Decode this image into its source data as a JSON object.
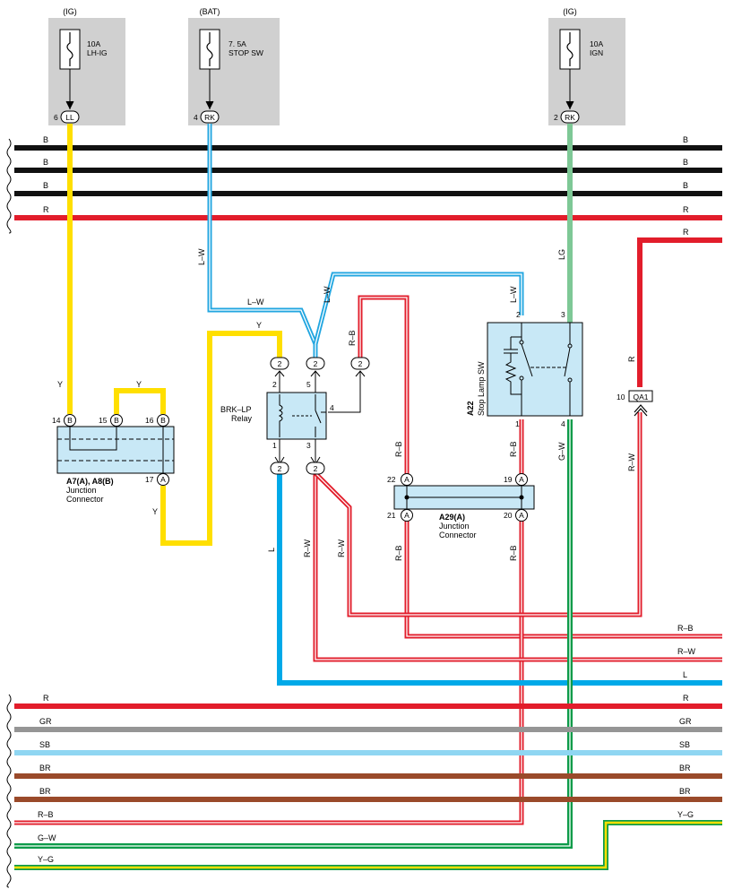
{
  "fuses": [
    {
      "supply": "(IG)",
      "rating": "10A",
      "name": "LH-IG",
      "pin": "6",
      "conn": "LL"
    },
    {
      "supply": "(BAT)",
      "rating": "7. 5A",
      "name": "STOP SW",
      "pin": "4",
      "conn": "RK"
    },
    {
      "supply": "(IG)",
      "rating": "10A",
      "name": "IGN",
      "pin": "2",
      "conn": "RK"
    }
  ],
  "top_bus": [
    {
      "label": "B",
      "color": "#111111"
    },
    {
      "label": "B",
      "color": "#111111"
    },
    {
      "label": "B",
      "color": "#111111"
    },
    {
      "label": "R",
      "color": "#e21d2b"
    }
  ],
  "bottom_bus": [
    {
      "label": "R",
      "color": "#e21d2b"
    },
    {
      "label": "GR",
      "color": "#959595"
    },
    {
      "label": "SB",
      "color": "#8fd6f2"
    },
    {
      "label": "BR",
      "color": "#9a4a2a"
    },
    {
      "label": "BR",
      "color": "#9a4a2a"
    }
  ],
  "right_side_labels": {
    "r_feed": "R",
    "rb": "R–B",
    "rw": "R–W",
    "l": "L"
  },
  "bottom_right_labels": {
    "rb": "R–B",
    "gw": "G–W",
    "yg_right": "Y–G",
    "yg_left": "Y–G"
  },
  "wire_labels": {
    "y_left": "Y",
    "y_top": "Y",
    "y_jc": "Y",
    "y_bottom": "Y",
    "lw_vert": "L–W",
    "lw_horiz": "L–W",
    "lw_diag": "L–W",
    "lw_sw": "L–W",
    "rb_relay": "R–B",
    "lg": "LG",
    "r_qa": "R",
    "rw_qa": "R–W",
    "rb_jc_top": "R–B",
    "rb_sw_bottom": "R–B",
    "gw": "G–W",
    "l_relay": "L",
    "rw_relay_a": "R–W",
    "rw_relay_b": "R–W",
    "rb_jc_bottom_left": "R–B",
    "rb_jc_bottom_right": "R–B"
  },
  "connectors": {
    "relay_top": "2",
    "relay_mid": "2",
    "relay_right": "2",
    "relay_bottom_left": "2",
    "relay_bottom_right": "2",
    "qa1_pin": "10",
    "qa1_name": "QA1"
  },
  "jc_a7": {
    "pins": [
      {
        "num": "14",
        "conn": "B"
      },
      {
        "num": "15",
        "conn": "B"
      },
      {
        "num": "16",
        "conn": "B"
      },
      {
        "num": "17",
        "conn": "A"
      }
    ],
    "name": "A7(A), A8(B)",
    "desc1": "Junction",
    "desc2": "Connector"
  },
  "relay": {
    "name": "BRK–LP",
    "desc": "Relay",
    "pin2": "2",
    "pin5": "5",
    "pin4": "4",
    "pin1": "1",
    "pin3": "3"
  },
  "jc_a29": {
    "pins": [
      {
        "num": "22",
        "conn": "A"
      },
      {
        "num": "19",
        "conn": "A"
      },
      {
        "num": "21",
        "conn": "A"
      },
      {
        "num": "20",
        "conn": "A"
      }
    ],
    "name": "A29(A)",
    "desc1": "Junction",
    "desc2": "Connector"
  },
  "stop_sw": {
    "code": "A22",
    "name": "Stop Lamp SW",
    "pin2": "2",
    "pin3": "3",
    "pin1": "1",
    "pin4": "4"
  },
  "colors": {
    "fuse_bg": "#d0d0d0",
    "component_fill": "#c8e8f6",
    "yellow": "#ffdf00",
    "blue": "#00a9e8",
    "lw": "#22a6e0",
    "red": "#e21d2b",
    "lg": "#7ec896",
    "green": "#0d9b49"
  }
}
